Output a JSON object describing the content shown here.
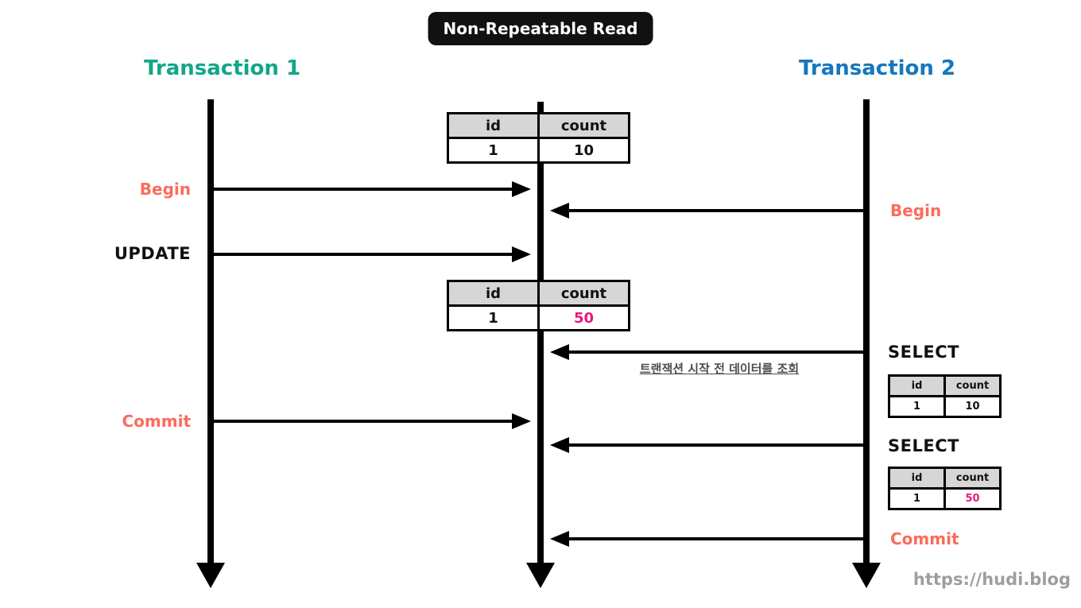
{
  "title_badge": "Non-Repeatable Read",
  "watermark": "https://hudi.blog",
  "annotation": "트랜잭션 시작 전 데이터를 조회",
  "lanes": {
    "t1_label": "Transaction 1",
    "t2_label": "Transaction 2"
  },
  "events": {
    "t1_begin": "Begin",
    "t1_update": "UPDATE",
    "t1_commit": "Commit",
    "t2_begin": "Begin",
    "t2_select_1": "SELECT",
    "t2_select_2": "SELECT",
    "t2_commit": "Commit"
  },
  "tables": {
    "db_initial": {
      "headers": [
        "id",
        "count"
      ],
      "row": [
        "1",
        "10"
      ]
    },
    "db_updated": {
      "headers": [
        "id",
        "count"
      ],
      "row": [
        "1",
        "50"
      ]
    },
    "t2_first_select_result": {
      "headers": [
        "id",
        "count"
      ],
      "row": [
        "1",
        "10"
      ]
    },
    "t2_second_select_result": {
      "headers": [
        "id",
        "count"
      ],
      "row": [
        "1",
        "50"
      ]
    }
  },
  "colors": {
    "transaction1": "#12A689",
    "transaction2": "#1577BE",
    "event_label": "#FB6C5B",
    "changed_value": "#E8187E",
    "table_header_bg": "#D6D6D6",
    "timeline": "#000000"
  }
}
